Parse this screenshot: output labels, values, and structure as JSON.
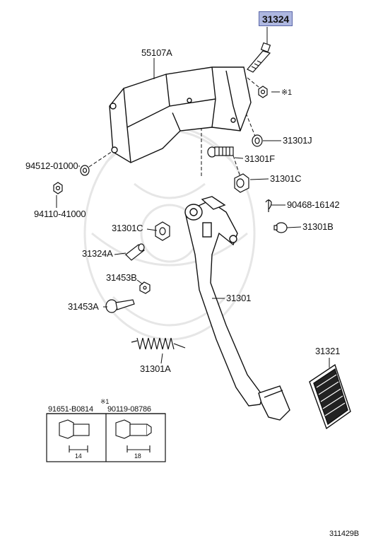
{
  "highlight_part": "31324",
  "parts": {
    "p55107A": "55107A",
    "p31324": "31324",
    "note_mark": "※1",
    "p94512": "94512-01000",
    "p94110": "94110-41000",
    "p31301J": "31301J",
    "p31301F": "31301F",
    "p31301C_right": "31301C",
    "p90468": "90468-16142",
    "p31301C_left": "31301C",
    "p31301B": "31301B",
    "p31324A": "31324A",
    "p31453B": "31453B",
    "p31453A": "31453A",
    "p31301": "31301",
    "p31301A": "31301A",
    "p31321": "31321"
  },
  "detail_box": {
    "note_mark": "※1",
    "left_part": "91651-B0814",
    "right_part": "90119-08786",
    "left_dim": "14",
    "right_dim": "18"
  },
  "footer_code": "311429B",
  "colors": {
    "highlight_bg": "#aeb7e0",
    "highlight_border": "#5a66a8",
    "line": "#111111",
    "watermark": "#e4e4e4"
  }
}
